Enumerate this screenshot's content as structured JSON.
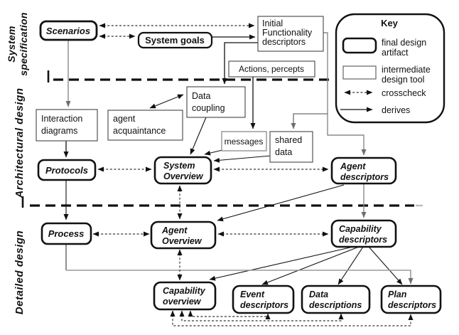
{
  "sections": {
    "system_specification": {
      "l1": "System",
      "l2": "specification"
    },
    "architectural_design": {
      "label": "Architectural design"
    },
    "detailed_design": {
      "label": "Detailed design"
    }
  },
  "boxes": {
    "scenarios": {
      "label": "Scenarios"
    },
    "system_goals": {
      "label": "System goals"
    },
    "initial_functionality_descriptors": {
      "l1": "Initial",
      "l2": "Functionality",
      "l3": "descriptors"
    },
    "actions_percepts": {
      "label": "Actions, percepts"
    },
    "data_coupling": {
      "l1": "Data",
      "l2": "coupling"
    },
    "agent_acquaintance": {
      "l1": "agent",
      "l2": "acquaintance"
    },
    "interaction_diagrams": {
      "l1": "Interaction",
      "l2": "diagrams"
    },
    "messages": {
      "label": "messages"
    },
    "shared_data": {
      "l1": "shared",
      "l2": "data"
    },
    "protocols": {
      "label": "Protocols"
    },
    "system_overview": {
      "l1": "System",
      "l2": "Overview"
    },
    "agent_descriptors": {
      "l1": "Agent",
      "l2": "descriptors"
    },
    "process": {
      "label": "Process"
    },
    "agent_overview": {
      "l1": "Agent",
      "l2": "Overview"
    },
    "capability_descriptors": {
      "l1": "Capability",
      "l2": "descriptors"
    },
    "capability_overview": {
      "l1": "Capability",
      "l2": "overview"
    },
    "event_descriptors": {
      "l1": "Event",
      "l2": "descriptors"
    },
    "data_descriptions": {
      "l1": "Data",
      "l2": "descriptions"
    },
    "plan_descriptors": {
      "l1": "Plan",
      "l2": "descriptors"
    }
  },
  "key": {
    "title": "Key",
    "final_artifact": {
      "l1": "final design",
      "l2": "artifact"
    },
    "intermediate_tool": {
      "l1": "intermediate",
      "l2": "design tool"
    },
    "crosscheck_label": "crosscheck",
    "derives_label": "derives"
  },
  "colors": {
    "line": "#111111",
    "gray_line": "#8a8a8a",
    "background": "#ffffff"
  }
}
